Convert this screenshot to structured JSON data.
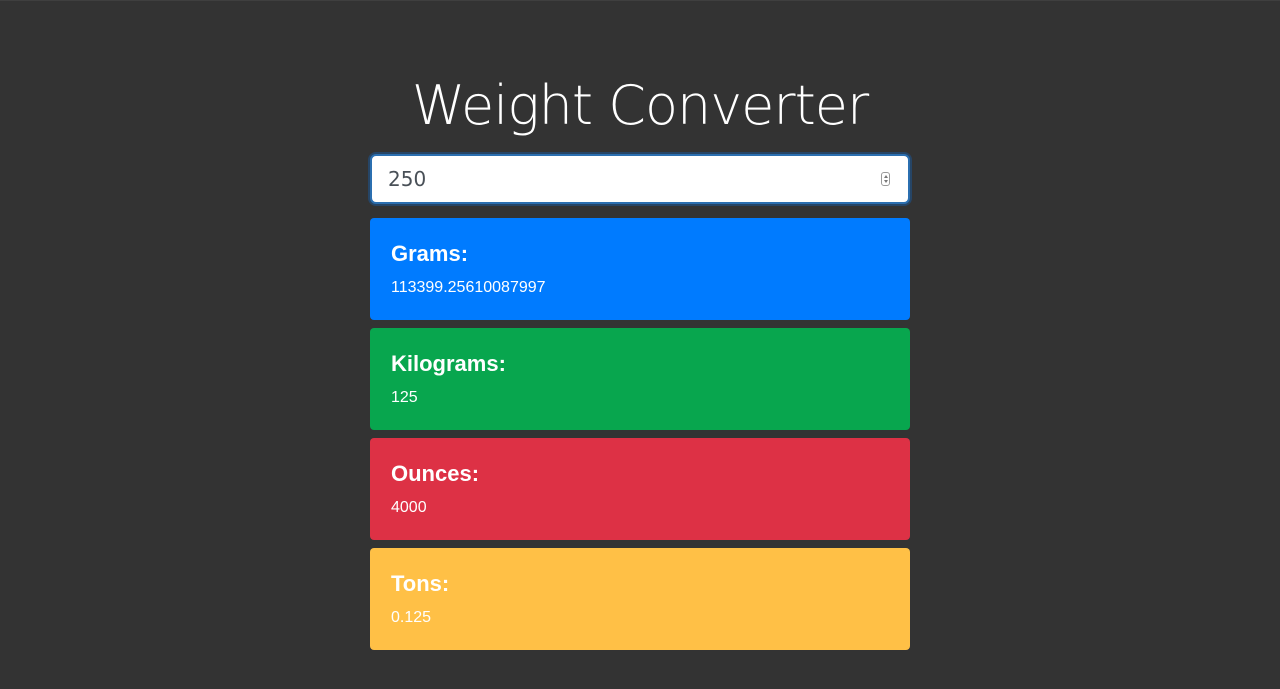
{
  "title": "Weight Converter",
  "input": {
    "value": "250"
  },
  "results": [
    {
      "label": "Grams:",
      "value": "113399.25610087997",
      "color": "#007bff"
    },
    {
      "label": "Kilograms:",
      "value": "125",
      "color": "#08a64e"
    },
    {
      "label": "Ounces:",
      "value": "4000",
      "color": "#dd3145"
    },
    {
      "label": "Tons:",
      "value": "0.125",
      "color": "#ffc046"
    }
  ]
}
